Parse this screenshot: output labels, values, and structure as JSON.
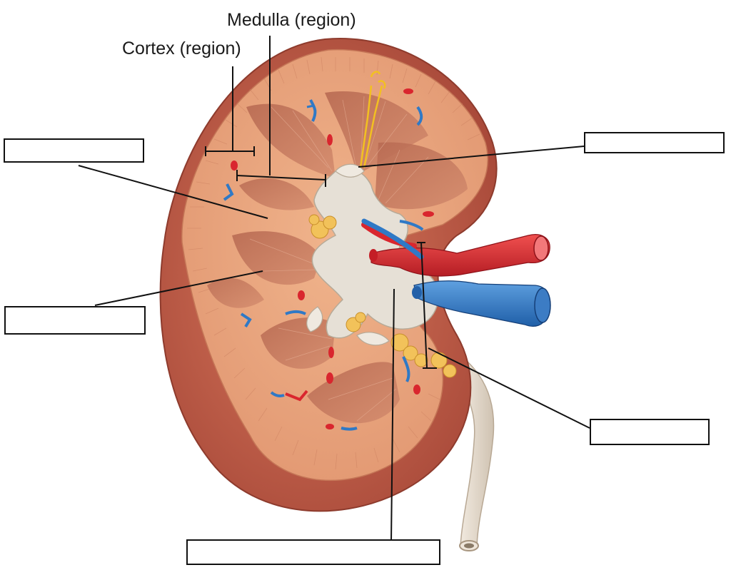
{
  "diagram": {
    "labels": {
      "medulla": "Medulla (region)",
      "cortex": "Cortex (region)"
    },
    "blank_boxes": [
      {
        "id": "left-upper",
        "text": ""
      },
      {
        "id": "right-upper",
        "text": ""
      },
      {
        "id": "left-lower",
        "text": ""
      },
      {
        "id": "right-lower",
        "text": ""
      },
      {
        "id": "bottom",
        "text": ""
      }
    ],
    "colors": {
      "cortex": "#e8a17a",
      "medulla_pyramid": "#c87a5e",
      "capsule": "#c9604a",
      "pelvis": "#e6e0d6",
      "artery": "#d9262e",
      "vein": "#2f79c6",
      "fat": "#f2c25a",
      "ureter": "#ece3d6"
    }
  }
}
